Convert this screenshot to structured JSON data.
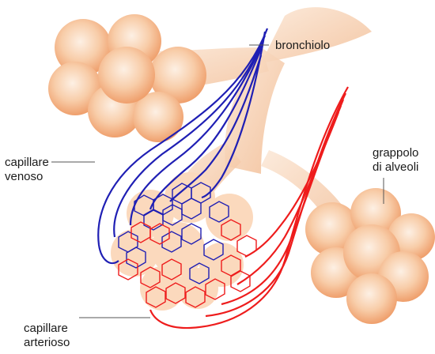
{
  "labels": {
    "bronchiolo": "bronchiolo",
    "grappolo_line1": "grappolo",
    "grappolo_line2": "di alveoli",
    "capillare_venoso_line1": "capillare",
    "capillare_venoso_line2": "venoso",
    "capillare_arterioso_line1": "capillare",
    "capillare_arterioso_line2": "arterioso"
  },
  "colors": {
    "vein": "#1f1fb4",
    "artery": "#ee1c1c",
    "tissue": "#f6c9a6",
    "alveolus": "#f4b48a",
    "leader_line": "#555555"
  }
}
